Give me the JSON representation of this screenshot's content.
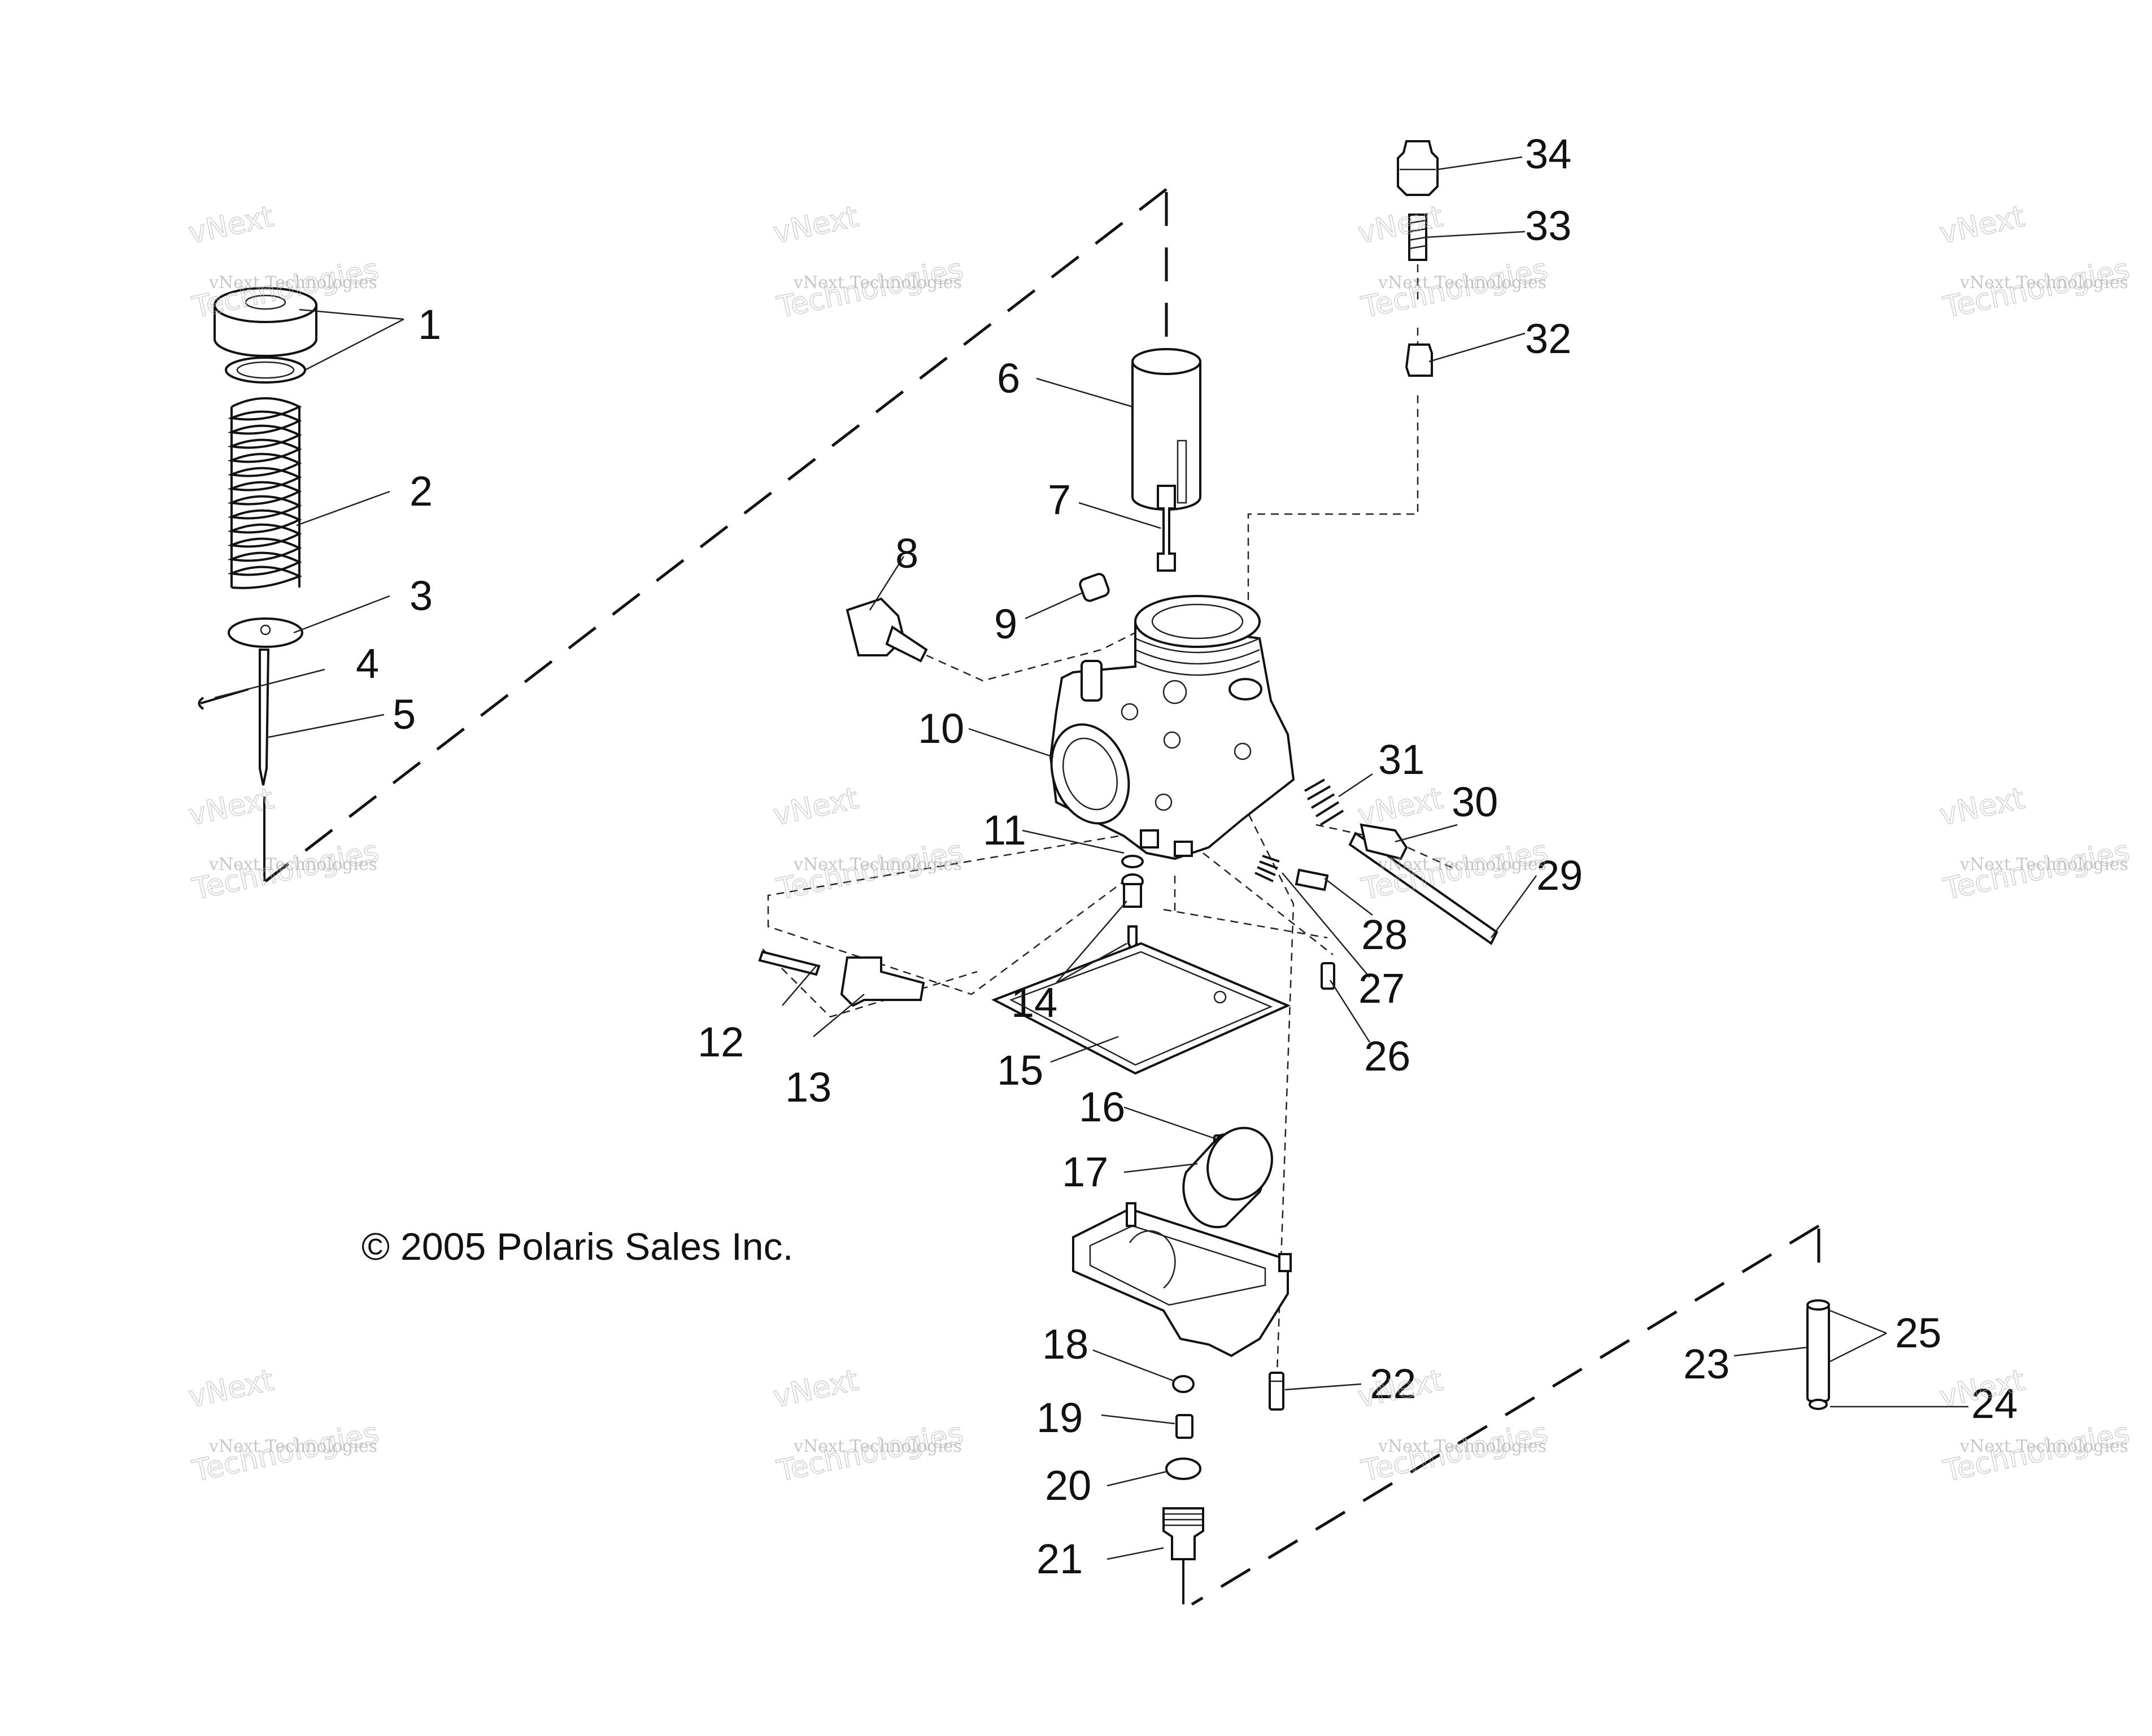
{
  "copyright": "© 2005 Polaris Sales Inc.",
  "watermark": {
    "line1": "vNext",
    "line2": "vNext Technologies",
    "line3": "Technologies"
  },
  "callouts": [
    "1",
    "2",
    "3",
    "4",
    "5",
    "6",
    "7",
    "8",
    "9",
    "10",
    "11",
    "12",
    "13",
    "14",
    "15",
    "16",
    "17",
    "18",
    "19",
    "20",
    "21",
    "22",
    "23",
    "24",
    "25",
    "26",
    "27",
    "28",
    "29",
    "30",
    "31",
    "32",
    "33",
    "34"
  ]
}
